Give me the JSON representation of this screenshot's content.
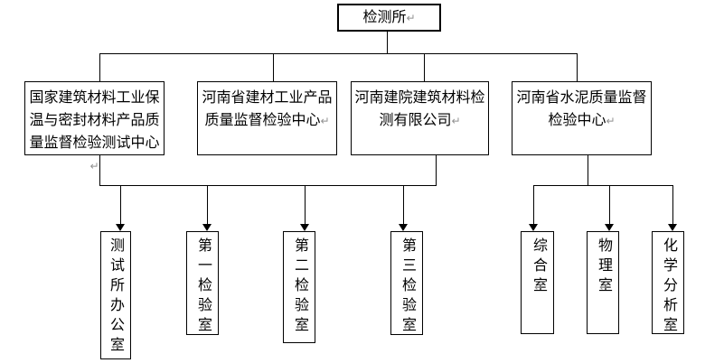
{
  "marks": {
    "return": "↵"
  },
  "colors": {
    "line": "#000000",
    "text": "#000000",
    "return_mark": "#909090",
    "background": "#ffffff"
  },
  "root": {
    "label": "检测所"
  },
  "level2": [
    {
      "label": "国家建筑材料工业保温与密封材料产品质量监督检验测试中心"
    },
    {
      "label": "河南省建材工业产品质量监督检验中心"
    },
    {
      "label": "河南建院建筑材料检测有限公司"
    },
    {
      "label": "河南省水泥质量监督检验中心"
    }
  ],
  "level3": [
    {
      "label": "测试所办公室"
    },
    {
      "label": "第一检验室"
    },
    {
      "label": "第二检验室"
    },
    {
      "label": "第三检验室"
    },
    {
      "label": "综合室"
    },
    {
      "label": "物理室"
    },
    {
      "label": "化学分析室"
    }
  ],
  "structure": {
    "root_children": [
      "国家建筑材料工业保温与密封材料产品质量监督检验测试中心",
      "河南省建材工业产品质量监督检验中心",
      "河南建院建筑材料检测有限公司",
      "河南省水泥质量监督检验中心"
    ],
    "left_rail": {
      "fed_by": [
        "国家建筑材料工业保温与密封材料产品质量监督检验测试中心",
        "河南建院建筑材料检测有限公司"
      ],
      "children": [
        "测试所办公室",
        "第一检验室",
        "第二检验室",
        "第三检验室"
      ]
    },
    "right_rail": {
      "fed_by": [
        "河南省水泥质量监督检验中心"
      ],
      "children": [
        "综合室",
        "物理室",
        "化学分析室"
      ]
    }
  }
}
